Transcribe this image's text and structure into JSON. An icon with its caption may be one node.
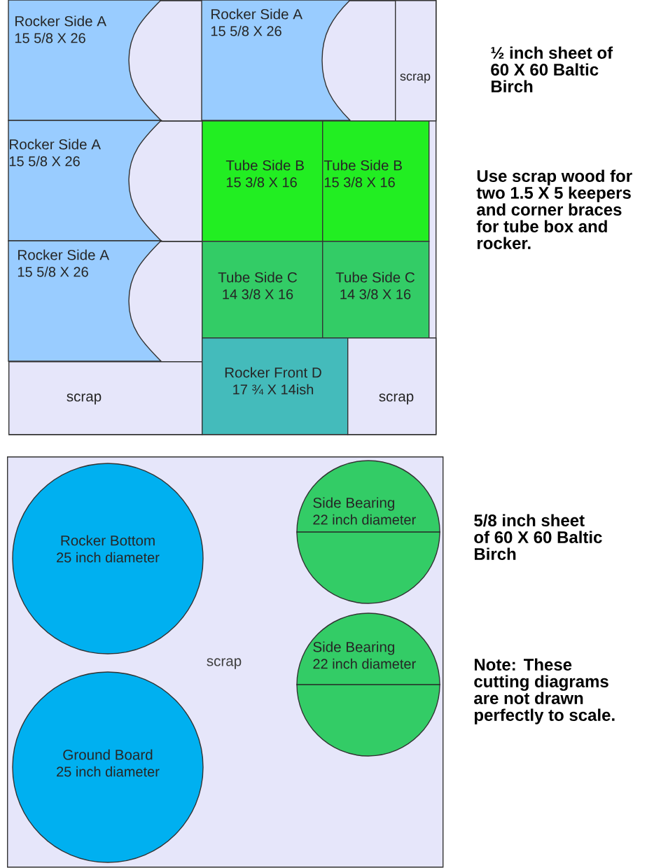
{
  "diagram": {
    "nodes": [
      {
        "text": [],
        "shape": "box",
        "beside": [
          "½ inch sheet of 60 X 60 Baltic Birch"
        ]
      },
      {
        "text": [
          "Rocker Side A",
          "15 5/8 X 26"
        ],
        "in": 0
      },
      {
        "text": [
          "Rocker Side A",
          "15 5/8 X 26"
        ],
        "in": 0
      },
      {
        "text": [
          "scrap"
        ],
        "in": 0
      },
      {
        "text": [
          "Rocker Side A",
          "15 5/8 X 26"
        ],
        "in": 0
      },
      {
        "text": [
          "Tube Side B",
          "15 3/8 X 16"
        ],
        "in": 0
      },
      {
        "text": [
          "Tube Side B",
          "15 3/8 X 16"
        ],
        "in": 0
      },
      {
        "text": [
          "Rocker Side A",
          "15 5/8 X 26"
        ],
        "in": 0
      },
      {
        "text": [
          "Tube Side C",
          "14 3/8 X 16"
        ],
        "in": 0
      },
      {
        "text": [
          "Tube Side C",
          "14 3/8 X 16"
        ],
        "in": 0
      },
      {
        "text": [
          "scrap"
        ],
        "in": 0
      },
      {
        "text": [
          "Rocker Front D",
          "17 ¾ X 14ish"
        ],
        "in": 0
      },
      {
        "text": [
          "scrap"
        ],
        "in": 0
      },
      {
        "text": [],
        "shape": "box",
        "beside": [
          "5/8 inch sheet of 60 X 60 Baltic Birch"
        ]
      },
      {
        "text": [
          "Side Bearing",
          "22 inch diameter"
        ],
        "in": 13
      },
      {
        "text": [
          "Rocker Bottom",
          "25 inch diameter"
        ],
        "in": 13
      },
      {
        "text": [
          "Side Bearing",
          "22 inch diameter"
        ],
        "in": 13
      },
      {
        "text": [
          "Ground Board",
          "25 inch diameter"
        ],
        "in": 13
      }
    ],
    "labels": [
      "Use scrap wood for two 1.5 X 5 keepers and corner braces for tube box and rocker.",
      "scrap",
      "Note: These cutting diagrams are not drawn perfectly to scale."
    ]
  }
}
